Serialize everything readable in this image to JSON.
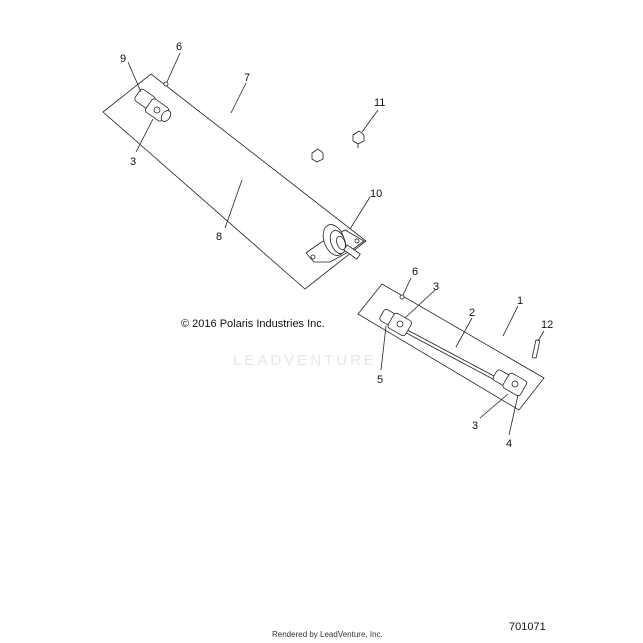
{
  "diagram": {
    "copyright": "© 2016 Polaris Industries Inc.",
    "watermark": "LEADVENTURE",
    "rendered_by": "Rendered by LeadVenture, Inc.",
    "diagram_number": "701071",
    "callouts": [
      "1",
      "2",
      "3",
      "3",
      "3",
      "4",
      "5",
      "6",
      "6",
      "7",
      "8",
      "9",
      "10",
      "11",
      "12"
    ]
  }
}
